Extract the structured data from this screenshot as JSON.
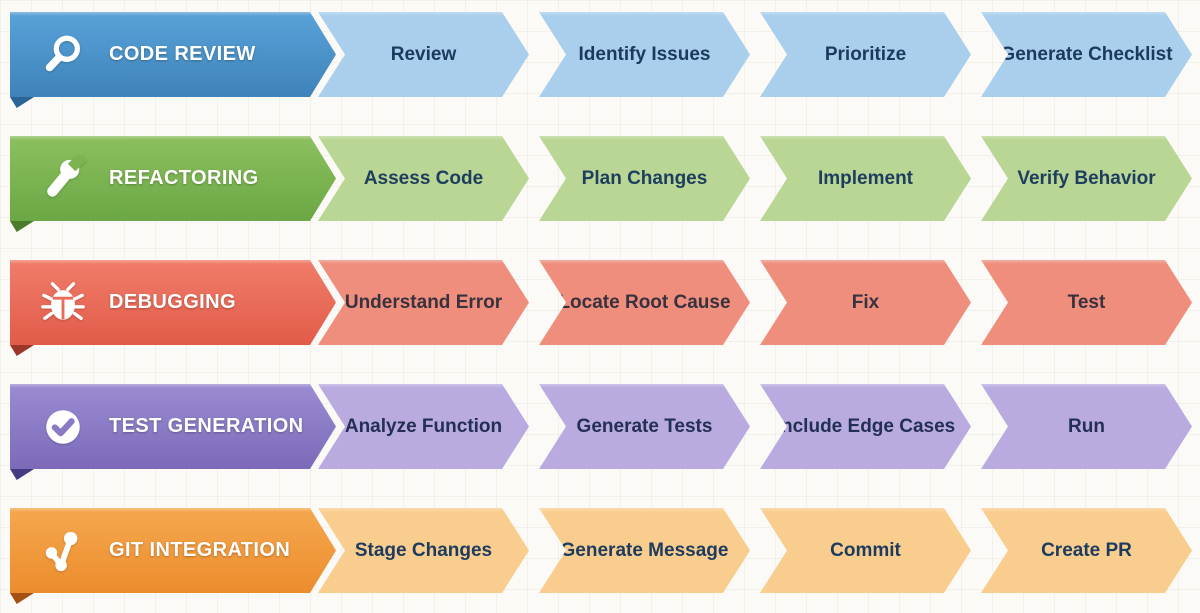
{
  "page": {
    "background": "#fbfaf6",
    "separator_color": "#ffffff",
    "description": "Five chevron workflow ribbons"
  },
  "rows": [
    {
      "title": "CODE REVIEW",
      "icon": "magnifier-icon",
      "colors": {
        "header_top": "#58a2d8",
        "header_bottom": "#3e83ba",
        "fold": "#2b6496",
        "icon_bg": "#4a92c9",
        "segment": "#a9cfec",
        "step_text": "#1c3a5e"
      },
      "steps": [
        "Review",
        "Identify Issues",
        "Prioritize",
        "Generate Checklist"
      ]
    },
    {
      "title": "REFACTORING",
      "icon": "wrench-icon",
      "colors": {
        "header_top": "#8cc05f",
        "header_bottom": "#6ba744",
        "fold": "#4a7d2a",
        "icon_bg": "#7cb452",
        "segment": "#b9d694",
        "step_text": "#1e3d5f"
      },
      "steps": [
        "Assess Code",
        "Plan Changes",
        "Implement",
        "Verify Behavior"
      ]
    },
    {
      "title": "DEBUGGING",
      "icon": "bug-icon",
      "colors": {
        "header_top": "#f07d6a",
        "header_bottom": "#e25b49",
        "fold": "#9c352a",
        "icon_bg": "#e96c59",
        "segment": "#f08e7e",
        "step_text": "#37323e"
      },
      "steps": [
        "Understand Error",
        "Locate Root Cause",
        "Fix",
        "Test"
      ]
    },
    {
      "title": "TEST GENERATION",
      "icon": "check-circle-icon",
      "colors": {
        "header_top": "#9b8bd2",
        "header_bottom": "#7c6ab9",
        "fold": "#453b85",
        "icon_bg": "#8d7ac6",
        "segment": "#b9abe0",
        "step_text": "#232f55"
      },
      "steps": [
        "Analyze Function",
        "Generate Tests",
        "Include Edge Cases",
        "Run"
      ]
    },
    {
      "title": "GIT INTEGRATION",
      "icon": "git-branch-icon",
      "colors": {
        "header_top": "#f5a74e",
        "header_bottom": "#ec8d2d",
        "fold": "#a44f14",
        "icon_bg": "#f19a3e",
        "segment": "#f9cd8e",
        "step_text": "#1d3b5e"
      },
      "steps": [
        "Stage Changes",
        "Generate Message",
        "Commit",
        "Create PR"
      ]
    }
  ]
}
